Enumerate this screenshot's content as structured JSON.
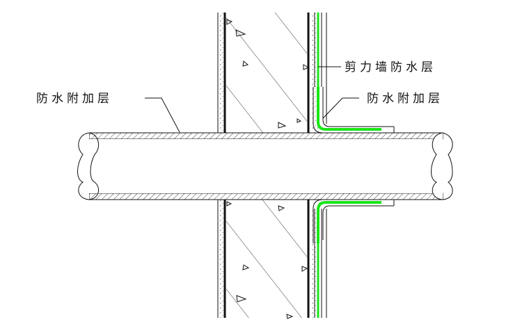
{
  "labels": {
    "left_additional_layer": "防水附加层",
    "shear_wall_waterproof_layer": "剪力墙防水层",
    "right_additional_layer": "防水附加层"
  },
  "colors": {
    "line": "#111111",
    "membrane": "#19e619",
    "background": "#ffffff"
  }
}
